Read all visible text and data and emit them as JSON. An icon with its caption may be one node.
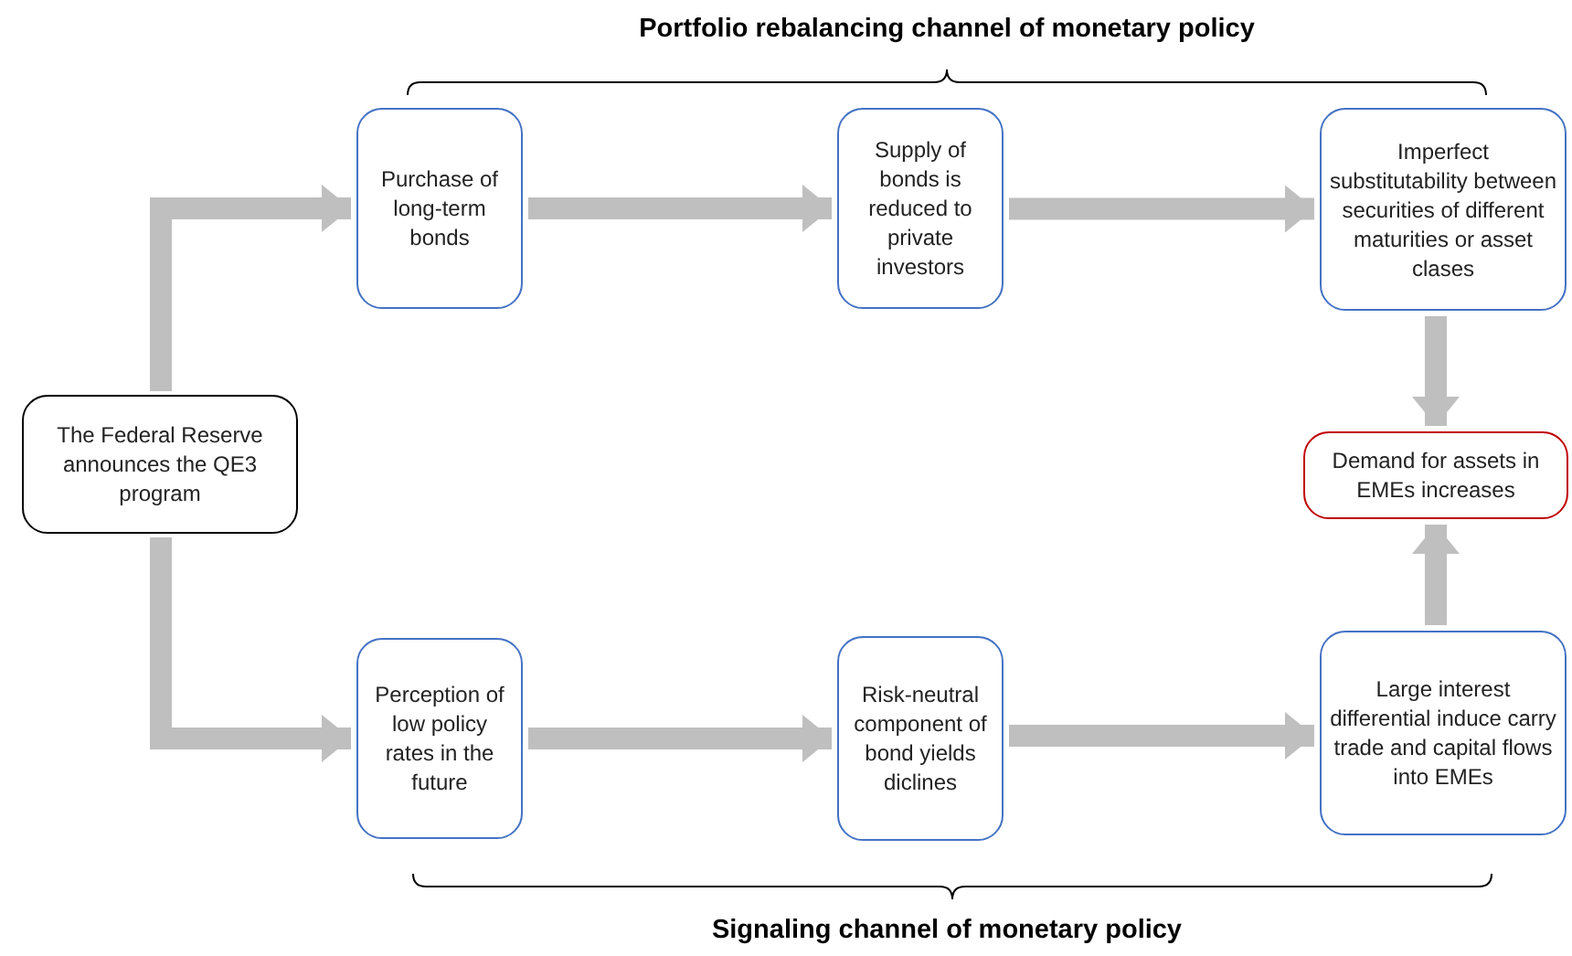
{
  "diagram": {
    "nodes": [
      {
        "text": [
          "The Federal Reserve announces the QE3 program"
        ]
      },
      {
        "text": [
          "Purchase of long-term bonds"
        ]
      },
      {
        "text": [
          "Supply of bonds is reduced to private investors"
        ]
      },
      {
        "text": [
          "Imperfect substitutability between securities of different maturities or asset clases"
        ]
      },
      {
        "text": [
          "Demand for assets in EMEs increases"
        ]
      },
      {
        "text": [
          "Perception of low policy rates in the future"
        ]
      },
      {
        "text": [
          "Risk-neutral component of bond yields diclines"
        ]
      },
      {
        "text": [
          "Large interest differential induce carry trade and capital flows into EMEs"
        ]
      }
    ],
    "edges": [
      {
        "from": 0,
        "to": 1,
        "arrow": "to"
      },
      {
        "from": 1,
        "to": 2,
        "arrow": "to"
      },
      {
        "from": 2,
        "to": 3,
        "arrow": "to"
      },
      {
        "from": 3,
        "to": 4,
        "arrow": "to"
      },
      {
        "from": 0,
        "to": 5,
        "arrow": "to"
      },
      {
        "from": 5,
        "to": 6,
        "arrow": "to"
      },
      {
        "from": 6,
        "to": 7,
        "arrow": "to"
      },
      {
        "from": 7,
        "to": 4,
        "arrow": "to"
      }
    ],
    "labels": [
      "Portfolio rebalancing channel of monetary policy",
      "Signaling channel of monetary policy"
    ]
  }
}
